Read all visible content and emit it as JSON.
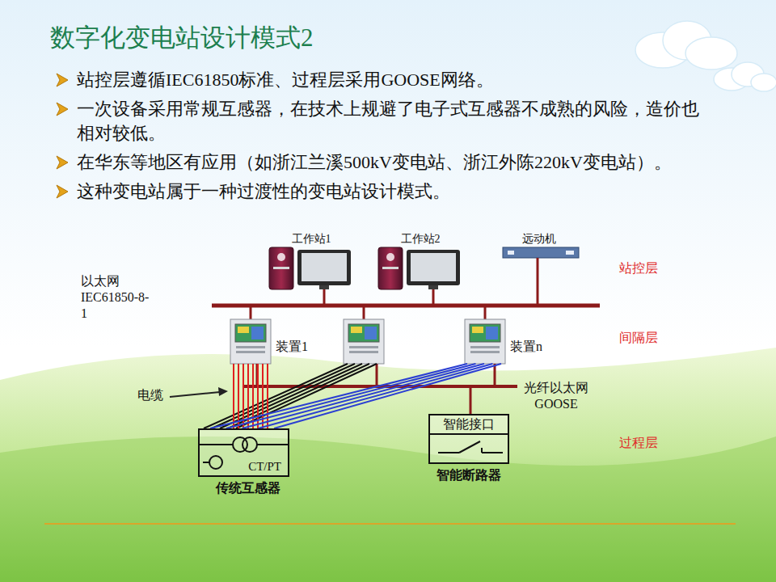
{
  "diagram": {
    "title": "数字化变电站设计模式2",
    "nodes": [
      {
        "text": [
          "工作站1"
        ]
      },
      {
        "text": [
          "工作站2"
        ]
      },
      {
        "text": [
          "远动机"
        ]
      },
      {
        "text": [
          "装置1"
        ]
      },
      {
        "text": [
          "装置n"
        ]
      },
      {
        "text": [
          "CT/PT",
          "传统互感器"
        ]
      },
      {
        "text": [
          "智能接口",
          "智能断路器"
        ]
      }
    ],
    "edges": [
      {
        "from": 3,
        "to": 5,
        "arrow": "none"
      },
      {
        "from": 4,
        "to": 5,
        "arrow": "none"
      }
    ],
    "labels": [
      "站控层遵循IEC61850标准、过程层采用GOOSE网络。",
      "一次设备采用常规互感器，在技术上规避了电子式互感器不成熟的风险，造价也相对较低。",
      "在华东等地区有应用（如浙江兰溪500kV变电站、浙江外陈220kV变电站）。",
      "这种变电站属于一种过渡性的变电站设计模式。",
      "站控层",
      "以太网 IEC61850-8-1",
      "间隔层",
      "电缆",
      "光纤以太网 GOOSE",
      "过程层"
    ]
  }
}
